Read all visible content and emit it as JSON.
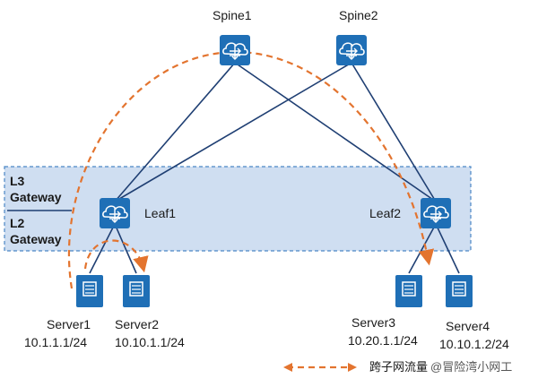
{
  "devices": {
    "spine1": {
      "label": "Spine1"
    },
    "spine2": {
      "label": "Spine2"
    },
    "leaf1": {
      "label": "Leaf1"
    },
    "leaf2": {
      "label": "Leaf2"
    }
  },
  "servers": [
    {
      "name": "Server1",
      "ip": "10.1.1.1/24"
    },
    {
      "name": "Server2",
      "ip": "10.10.1.1/24"
    },
    {
      "name": "Server3",
      "ip": "10.20.1.1/24"
    },
    {
      "name": "Server4",
      "ip": "10.10.1.2/24"
    }
  ],
  "gateway_zone": {
    "l3_line1": "L3",
    "l3_line2": "Gateway",
    "l2_line1": "L2",
    "l2_line2": "Gateway"
  },
  "legend": {
    "label": "跨子网流量",
    "watermark": "@冒险湾小网工"
  },
  "colors": {
    "device_blue": "#1f6fb6",
    "zone_fill": "#cfdef1",
    "zone_border": "#4a86c5",
    "link_navy": "#1f3f73",
    "flow_orange": "#e3742f"
  }
}
